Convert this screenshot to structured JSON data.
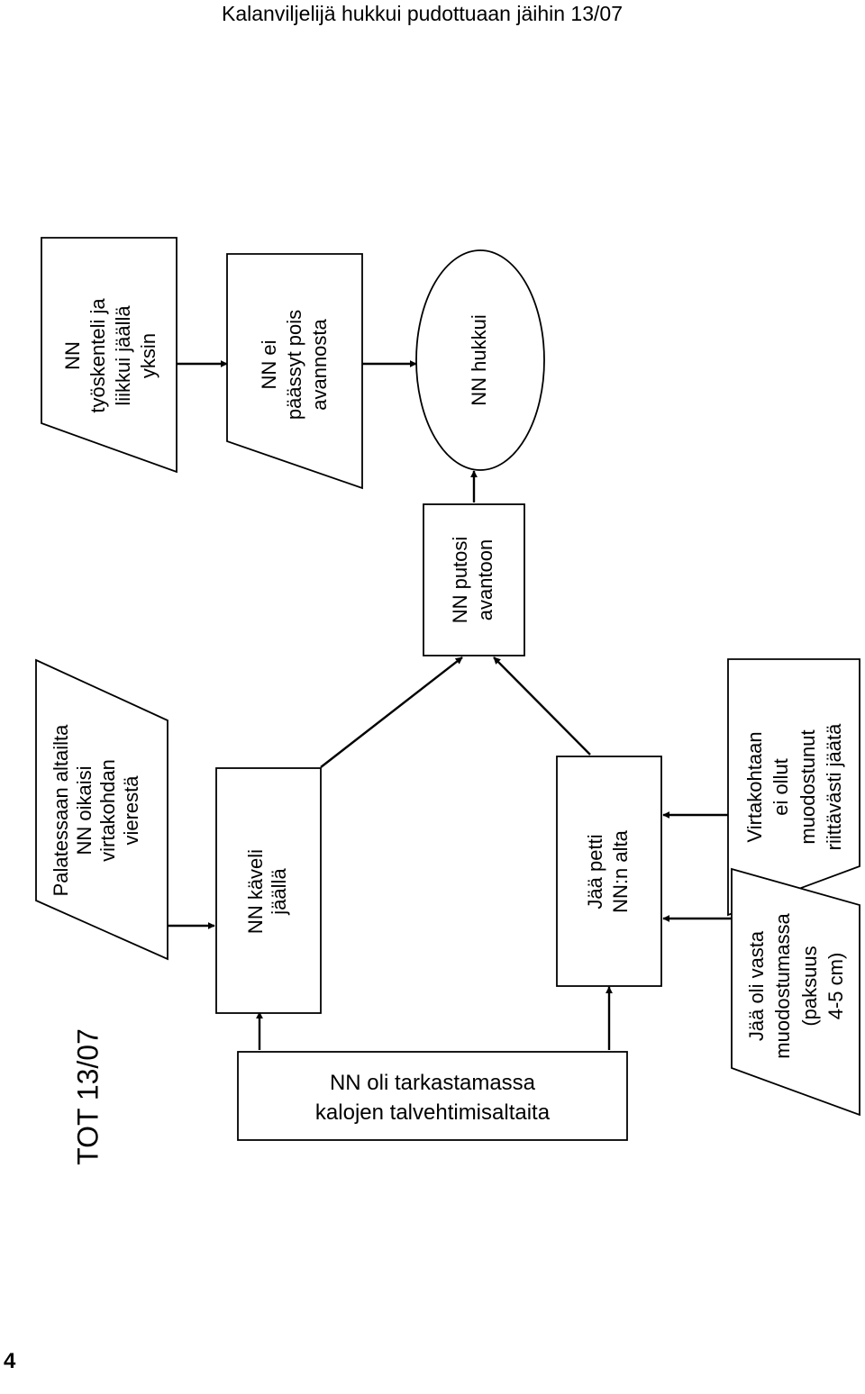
{
  "header": {
    "title": "Kalanviljelijä hukkui pudottuaan jäihin 13/07"
  },
  "page_number": "4",
  "diagram_label": "TOT 13/07",
  "nodes": {
    "tarkastamassa": [
      "NN oli tarkastamassa",
      "kalojen talvehtimisaltaita"
    ],
    "palatessaan": [
      "Palatessaan altailta",
      "NN oikaisi",
      "virtakohdan",
      "vierestä"
    ],
    "kaveli": [
      "NN käveli",
      "jäällä"
    ],
    "jaa_petti": [
      "Jää petti",
      "NN:n alta"
    ],
    "putosi": [
      "NN putosi",
      "avantoon"
    ],
    "hukkui": [
      "NN hukkui"
    ],
    "ei_paassyt": [
      "NN ei",
      "päässyt pois",
      "avannosta"
    ],
    "tyoskenteli": [
      "NN",
      "työskenteli ja",
      "liikkui jäällä",
      "yksin"
    ],
    "virtakohtaan": [
      "Virtakohtaan",
      "ei ollut",
      "muodostunut",
      "riittävästi jäätä"
    ],
    "muodostumassa": [
      "Jää oli vasta",
      "muodostumassa",
      "(paksuus",
      "4-5 cm)"
    ]
  }
}
